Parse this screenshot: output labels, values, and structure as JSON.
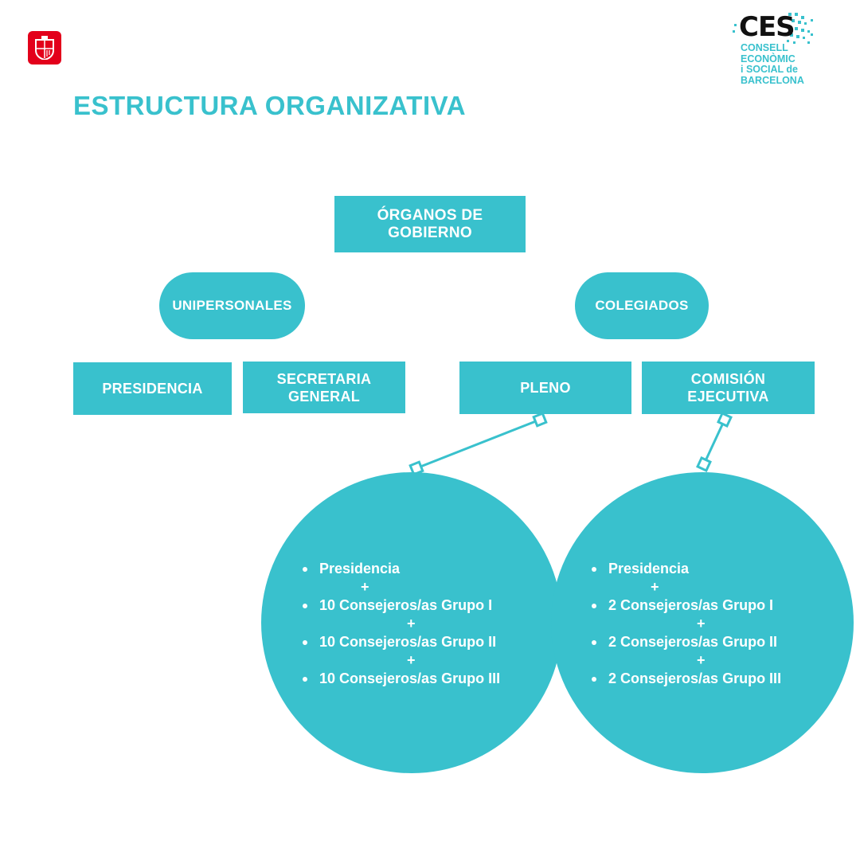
{
  "header": {
    "title": "ESTRUCTURA ORGANIZATIVA",
    "left_logo": {
      "name": "ajuntament-barcelona-logo",
      "color": "#e3001b"
    },
    "right_logo": {
      "mark": "CES",
      "lines": [
        "CONSELL",
        "ECONÒMIC",
        "i SOCIAL de",
        "BARCELONA"
      ]
    }
  },
  "colors": {
    "accent": "#39c1cd",
    "text_on_accent": "#ffffff",
    "brand_red": "#e3001b"
  },
  "chart": {
    "root": "ÓRGANOS DE GOBIERNO",
    "branches": [
      {
        "label": "UNIPERSONALES",
        "children": [
          "PRESIDENCIA",
          "SECRETARIA GENERAL"
        ]
      },
      {
        "label": "COLEGIADOS",
        "children": [
          "PLENO",
          "COMISIÓN EJECUTIVA"
        ]
      }
    ],
    "pleno_members": {
      "items": [
        "Presidencia",
        "10 Consejeros/as Grupo I",
        "10 Consejeros/as Grupo II",
        "10 Consejeros/as Grupo III"
      ],
      "separator": "+"
    },
    "comision_members": {
      "items": [
        "Presidencia",
        "2 Consejeros/as Grupo I",
        "2 Consejeros/as Grupo II",
        "2 Consejeros/as Grupo III"
      ],
      "separator": "+"
    }
  }
}
